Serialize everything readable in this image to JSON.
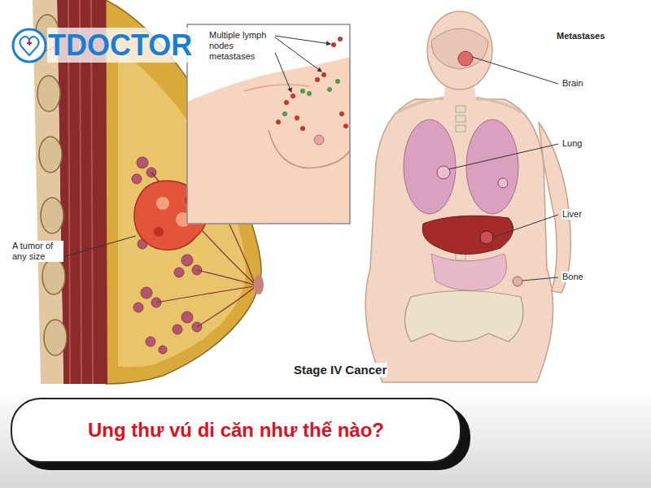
{
  "diagram": {
    "caption": "Ung thư vú di căn như thế nào?",
    "labels": [
      "TDOCTOR",
      "Multiple lymph nodes metastases",
      "Metastases",
      "Brain",
      "Lung",
      "Liver",
      "Bone",
      "A tumor of any size",
      "Stage IV Cancer"
    ]
  }
}
